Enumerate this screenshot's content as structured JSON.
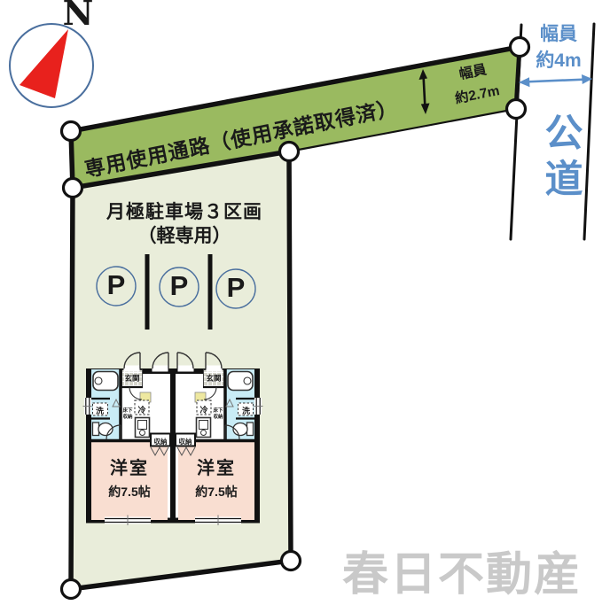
{
  "compass": {
    "north_label": "N"
  },
  "corridor_strip": {
    "label": "専用使用通路（使用承諾取得済）",
    "width_caption": "幅員",
    "width_value": "約2.7m"
  },
  "public_road": {
    "label": "公道",
    "width_caption": "幅員",
    "width_value": "約4m"
  },
  "parking": {
    "title": "月極駐車場３区画",
    "subtitle": "（軽専用）",
    "space_symbols": [
      "P",
      "P",
      "P"
    ]
  },
  "floorplan": {
    "units": [
      {
        "entrance": "玄関",
        "fridge": "冷",
        "washer": "洗",
        "underfloor": [
          "床下",
          "収納"
        ],
        "closet": "収納",
        "room_name": "洋室",
        "room_size": "約7.5帖"
      },
      {
        "entrance": "玄関",
        "fridge": "冷",
        "washer": "洗",
        "underfloor": [
          "床下",
          "収納"
        ],
        "closet": "収納",
        "room_name": "洋室",
        "room_size": "約7.5帖"
      }
    ]
  },
  "watermark": "春日不動産",
  "colors": {
    "corridor_green": "#9aba60",
    "parcel_green": "#e9edda",
    "wet_area_blue": "#c9ecf6",
    "room_pink": "#f9ded1",
    "shoe_box_yellow": "#eee8a0",
    "road_text_blue": "#5b8fc9",
    "compass_red": "#e8211d",
    "compass_ring_blue": "#4a6f9e",
    "watermark_gray": "#c9c9c9"
  }
}
